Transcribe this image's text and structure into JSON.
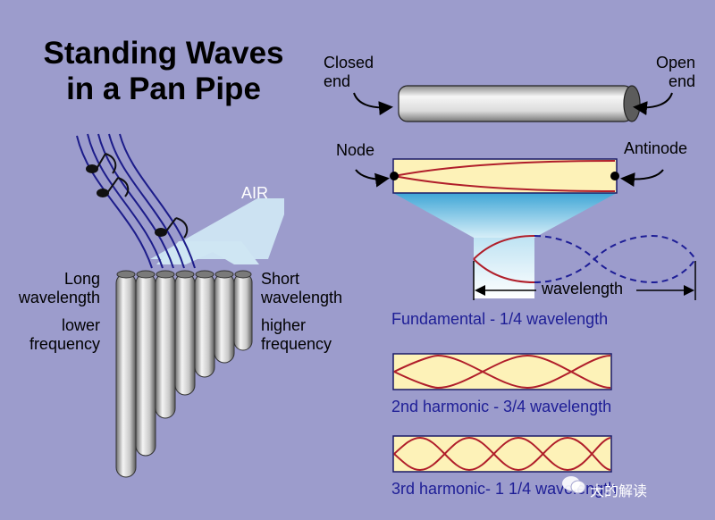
{
  "title_line1": "Standing Waves",
  "title_line2": "in a Pan Pipe",
  "labels": {
    "closed_end": [
      "Closed",
      "end"
    ],
    "open_end": [
      "Open",
      "end"
    ],
    "node": "Node",
    "antinode": "Antinode",
    "air": "AIR",
    "long_wavelength": [
      "Long",
      "wavelength"
    ],
    "lower_frequency": [
      "lower",
      "frequency"
    ],
    "short_wavelength": [
      "Short",
      "wavelength"
    ],
    "higher_frequency": [
      "higher",
      "frequency"
    ],
    "wavelength": "wavelength"
  },
  "captions": {
    "fundamental": "Fundamental - 1/4 wavelength",
    "second": "2nd harmonic - 3/4 wavelength",
    "third": "3rd harmonic- 1 1/4 wavelength"
  },
  "watermark": "大的解读",
  "colors": {
    "background": "#9c9ccc",
    "tube_fill": "#fdf2b8",
    "wave": "#b01e2a",
    "caption": "#1e1e96",
    "outline": "#1a1a66"
  }
}
